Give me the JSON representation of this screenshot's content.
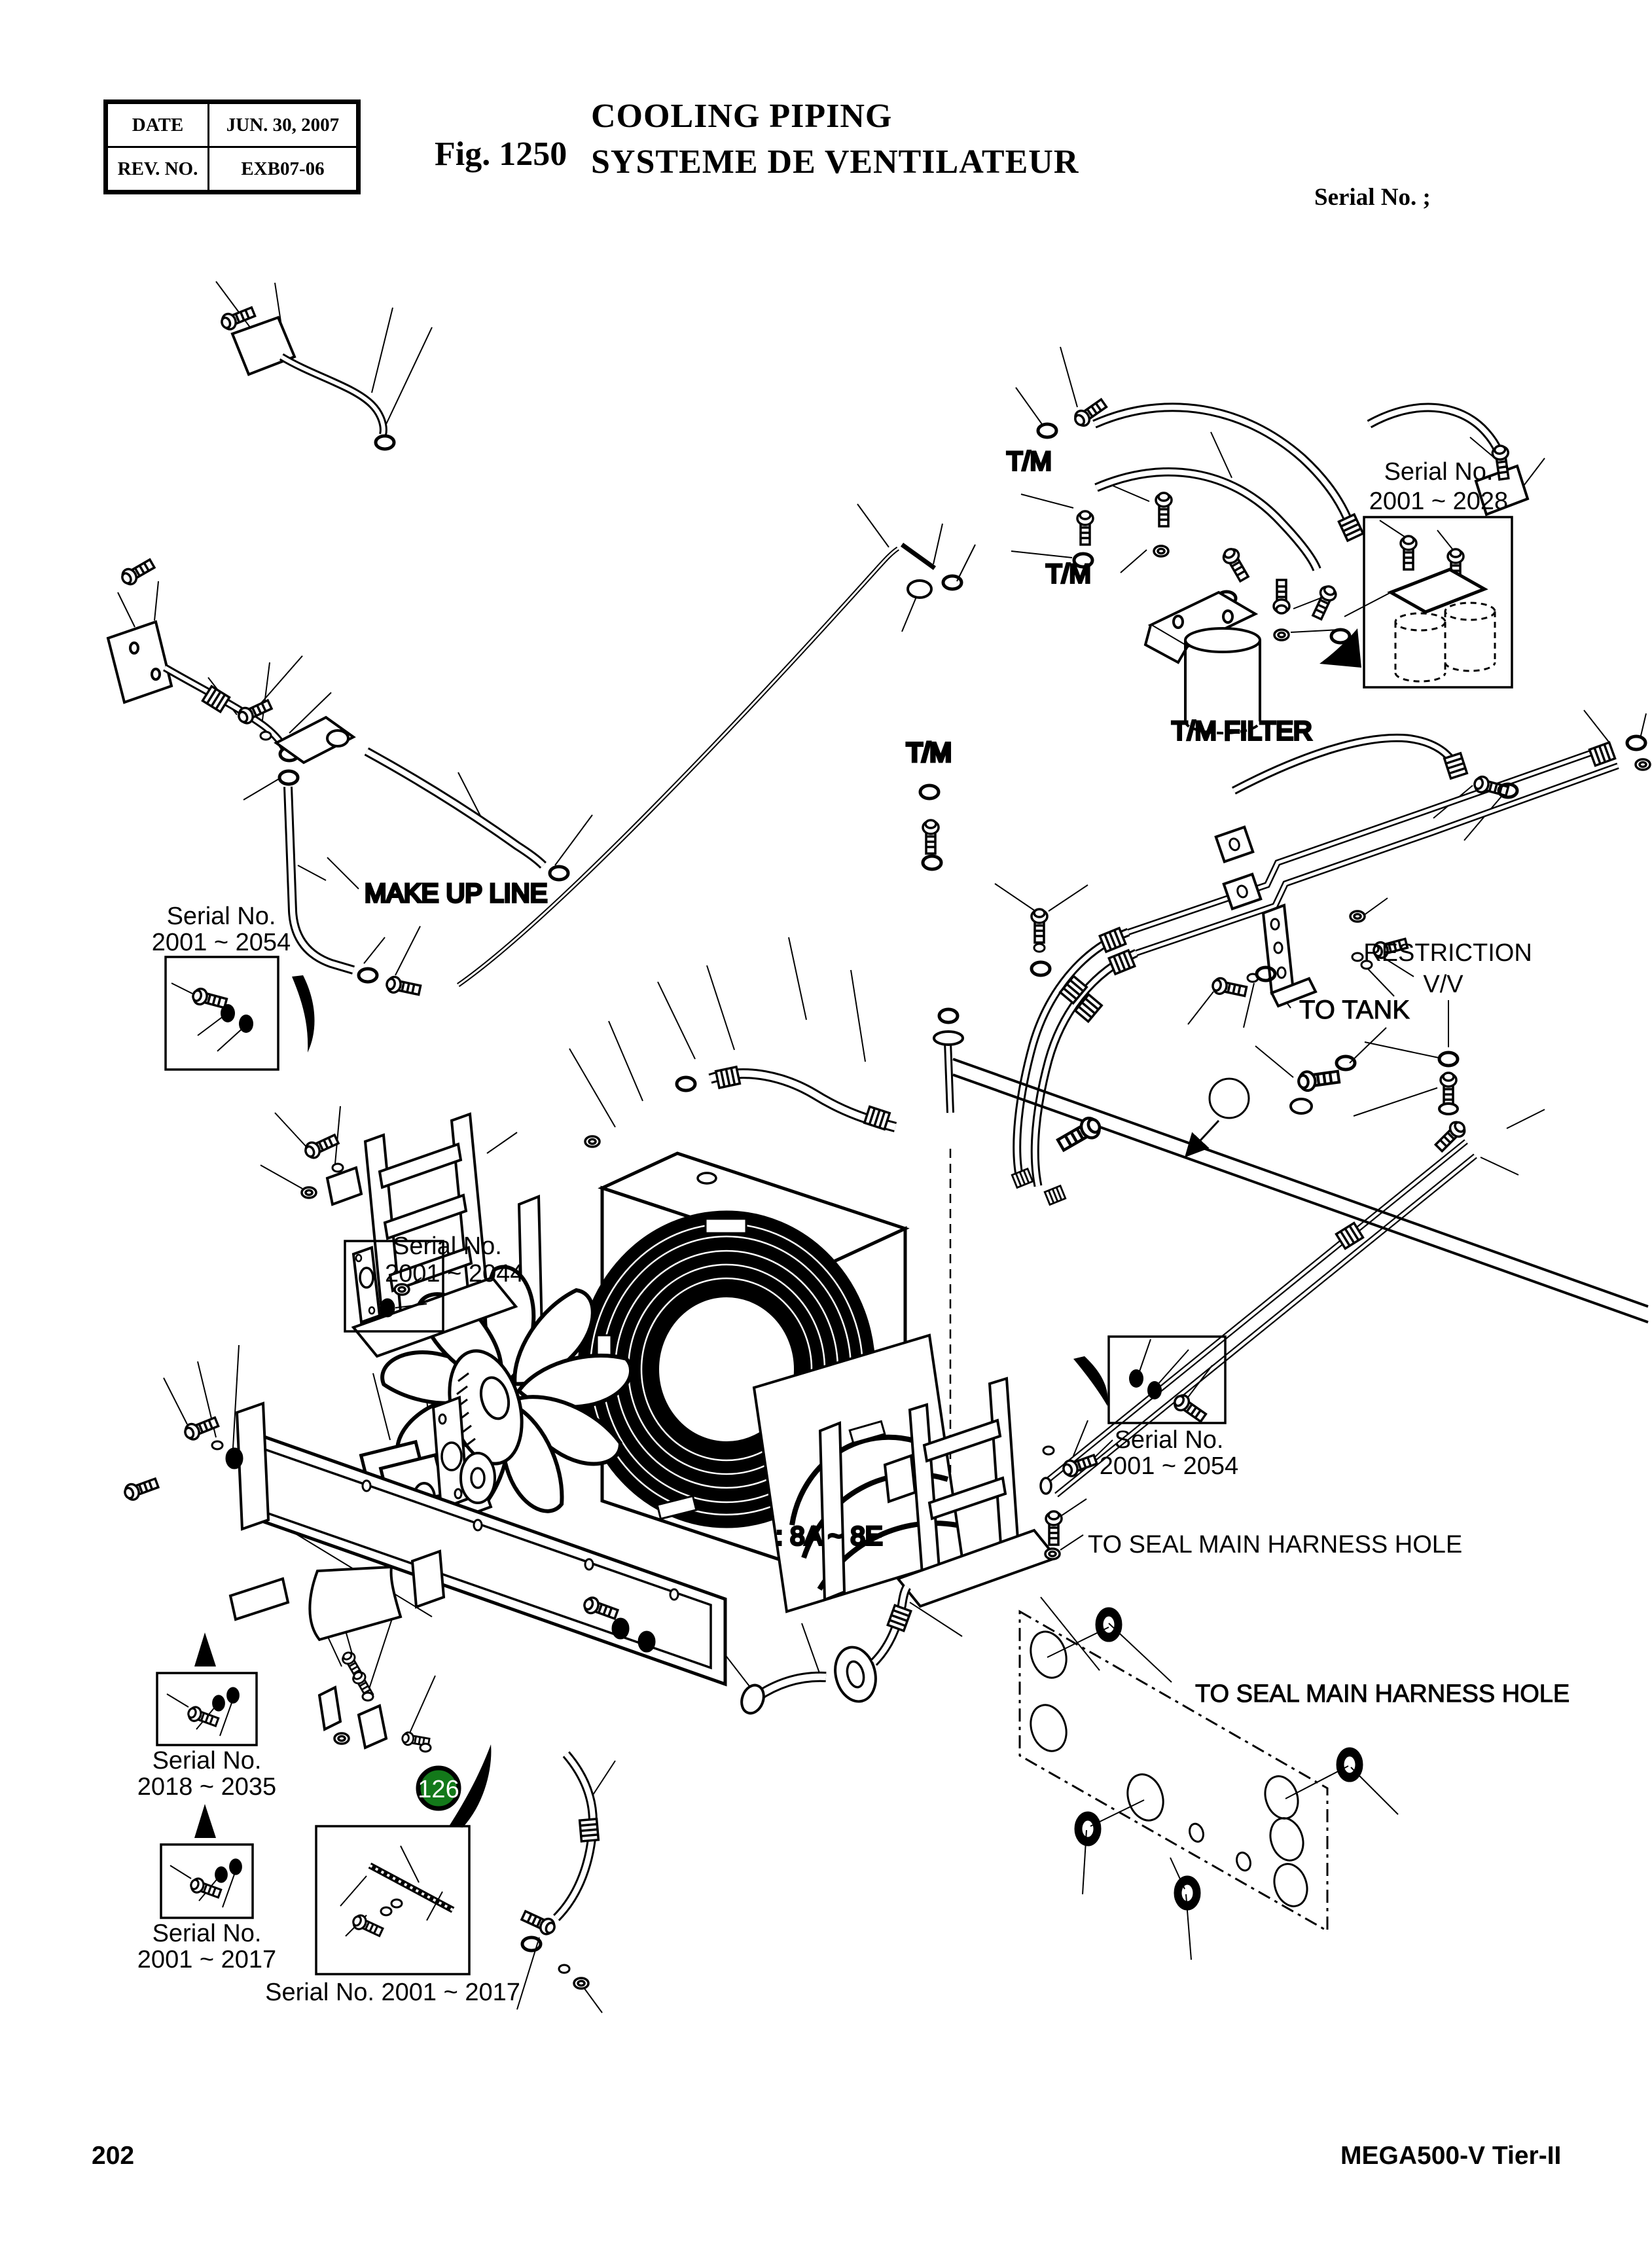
{
  "header": {
    "info_table": {
      "rows": [
        {
          "label": "DATE",
          "value": "JUN. 30, 2007"
        },
        {
          "label": "REV. NO.",
          "value": "EXB07-06"
        }
      ]
    },
    "figure_label": "Fig. 1250",
    "title_line1": "COOLING PIPING",
    "title_line2": "SYSTEME DE VENTILATEUR",
    "serial_note": "Serial No. ;"
  },
  "diagram": {
    "callout_labels": {
      "tm_top": "T/M",
      "tm_mid": "T/M",
      "tm_lower": "T/M",
      "tm_filter": "T/M FILTER",
      "make_up_line": "MAKE UP LINE",
      "restriction_line1": "RESTRICTION",
      "restriction_line2": "V/V",
      "to_tank": "TO TANK",
      "seal_harness_upper": "TO SEAL MAIN HARNESS HOLE",
      "seal_harness_lower": "TO SEAL MAIN HARNESS HOLE",
      "hose_range": ": 8A ~ 8E"
    },
    "serial_callouts": {
      "top_right": {
        "line1": "Serial No.",
        "line2": "2001 ~ 2028"
      },
      "mid_left": {
        "line1": "Serial No.",
        "line2": "2001 ~ 2054"
      },
      "center": {
        "line1": "Serial No.",
        "line2": "2001 ~ 2044"
      },
      "mid_right": {
        "line1": "Serial No.",
        "line2": "2001 ~ 2054"
      },
      "bottom_left_1": {
        "line1": "Serial No.",
        "line2": "2018 ~ 2035"
      },
      "bottom_left_2": {
        "line1": "Serial No.",
        "line2": "2001 ~ 2017"
      },
      "bottom_center_caption": "Serial No. 2001 ~ 2017"
    },
    "part_badge": {
      "number": "126",
      "fill": "#13791a",
      "text_color": "#ffffff"
    },
    "ink_color": "#000000",
    "paper_color": "#ffffff"
  },
  "footer": {
    "page_number": "202",
    "model_code": "MEGA500-V Tier-II"
  }
}
